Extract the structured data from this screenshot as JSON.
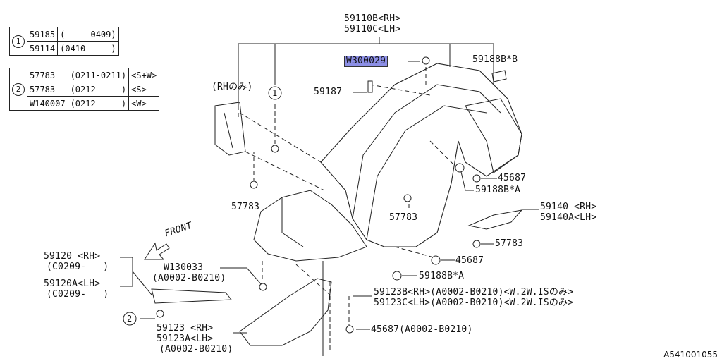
{
  "key_table_1": {
    "marker": "1",
    "rows": [
      [
        "59185",
        "(    -0409)"
      ],
      [
        "59114",
        "(0410-    )"
      ]
    ]
  },
  "key_table_2": {
    "marker": "2",
    "rows": [
      [
        "57783",
        "(0211-0211)",
        "<S+W>"
      ],
      [
        "57783",
        "(0212-    )",
        "<S>"
      ],
      [
        "W140007",
        "(0212-    )",
        "<W>"
      ]
    ]
  },
  "labels": {
    "l_59110b": "59110B<RH>",
    "l_59110c": "59110C<LH>",
    "l_w300029": "W300029",
    "l_59188b_b": "59188B*B",
    "l_rh_only": "(RHのみ)",
    "l_marker1": "1",
    "l_59187": "59187",
    "l_45687_a": "45687",
    "l_59188b_a1": "59188B*A",
    "l_57783_a": "57783",
    "l_57783_b": "57783",
    "l_59140": "59140 <RH>",
    "l_59140a": "59140A<LH>",
    "l_57783_c": "57783",
    "l_front": "FRONT",
    "l_59120": "59120 <RH>",
    "l_59120_c": "(C0209-   )",
    "l_59120a": "59120A<LH>",
    "l_59120a_c": "(C0209-   )",
    "l_w130033": "W130033",
    "l_w130033_c": "(A0002-B0210)",
    "l_45687_b": "45687",
    "l_59188b_a2": "59188B*A",
    "l_59123b": "59123B<RH>(A0002-B0210)<W.2W.ISのみ>",
    "l_59123c": "59123C<LH>(A0002-B0210)<W.2W.ISのみ>",
    "l_marker2": "2",
    "l_59123": "59123 <RH>",
    "l_59123a": "59123A<LH>",
    "l_59123_c": "(A0002-B0210)",
    "l_45687_c": "45687(A0002-B0210)",
    "ref_code": "A541001055"
  }
}
